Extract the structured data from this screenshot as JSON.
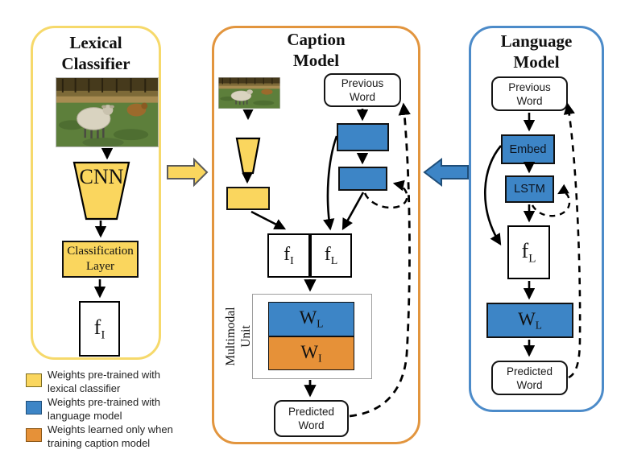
{
  "colors": {
    "yellow_fill": "#FAD65E",
    "blue_fill": "#3D85C6",
    "orange_fill": "#E69138",
    "lexical_panel_border": "#F6D96B",
    "caption_panel_border": "#E2953E",
    "language_panel_border": "#4C8BC9"
  },
  "panels": {
    "lexical": {
      "title": "Lexical\nClassifier",
      "cnn_label": "CNN",
      "classification_layer_label": "Classification\nLayer",
      "f_i": {
        "base": "f",
        "sub": "I"
      }
    },
    "caption": {
      "title": "Caption\nModel",
      "previous_word_label": "Previous\nWord",
      "f_i": {
        "base": "f",
        "sub": "I"
      },
      "f_l": {
        "base": "f",
        "sub": "L"
      },
      "multimodal_unit_label": "Multimodal\nUnit",
      "w_l": {
        "base": "W",
        "sub": "L"
      },
      "w_i": {
        "base": "W",
        "sub": "I"
      },
      "predicted_word_label": "Predicted\nWord"
    },
    "language": {
      "title": "Language\nModel",
      "previous_word_label": "Previous\nWord",
      "embed_label": "Embed",
      "lstm_label": "LSTM",
      "f_l": {
        "base": "f",
        "sub": "L"
      },
      "w_l": {
        "base": "W",
        "sub": "L"
      },
      "predicted_word_label": "Predicted\nWord"
    }
  },
  "legend": {
    "items": [
      {
        "swatch_color": "#FAD65E",
        "label": "Weights pre-trained with\nlexical classifier"
      },
      {
        "swatch_color": "#3D85C6",
        "label": "Weights pre-trained with\nlanguage model"
      },
      {
        "swatch_color": "#E69138",
        "label": "Weights learned only when\ntraining caption model"
      }
    ]
  }
}
